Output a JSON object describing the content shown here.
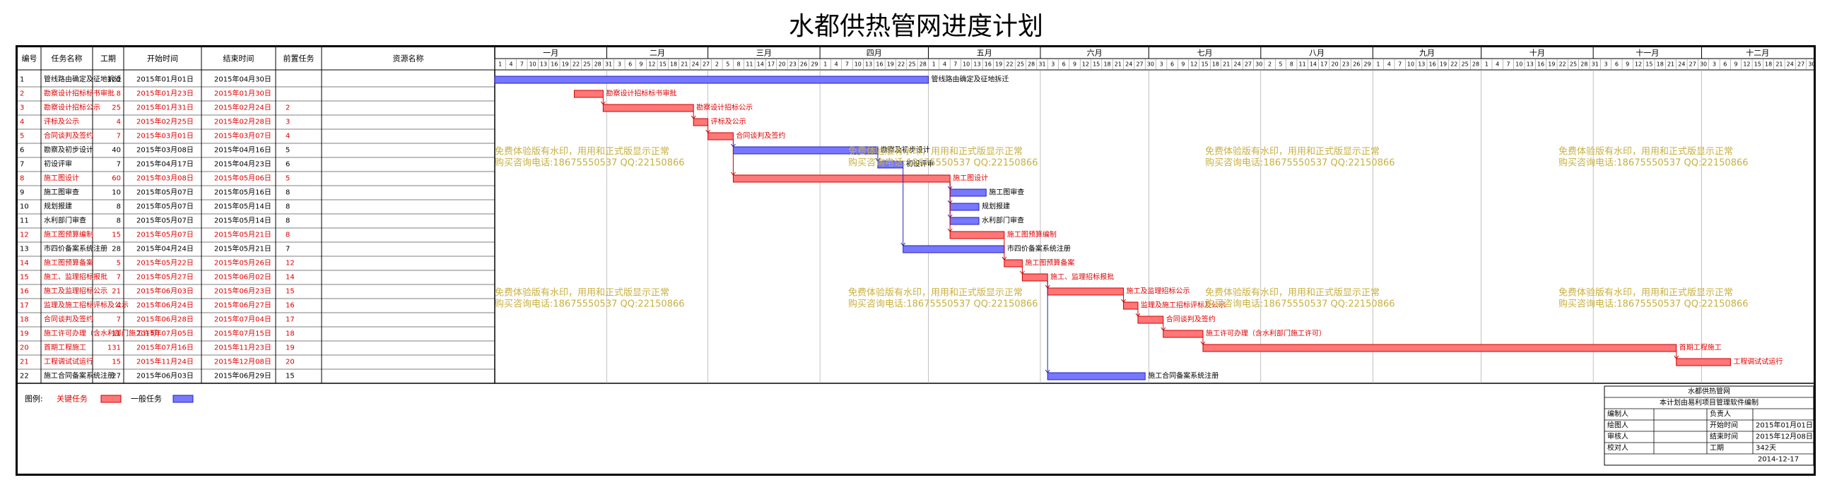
{
  "title": "水都供热管网进度计划",
  "colors": {
    "critical": "#ff7777",
    "critical_stroke": "#cc0000",
    "normal": "#7777ff",
    "normal_stroke": "#2222bb",
    "critical_text": "#e00000",
    "watermark": "#c8b040"
  },
  "columns": [
    "编号",
    "任务名称",
    "工期",
    "开始时间",
    "结束时间",
    "前置任务",
    "资源名称"
  ],
  "months": [
    "一月",
    "二月",
    "三月",
    "四月",
    "五月",
    "六月",
    "七月",
    "八月",
    "九月",
    "十月",
    "十一月",
    "十二月"
  ],
  "chart_data": {
    "type": "gantt",
    "year": 2015,
    "tasks": [
      {
        "id": "1",
        "name": "管线路由确定及征地拆迁",
        "duration": "120",
        "start": "2015年01月01日",
        "end": "2015年04月30日",
        "pred": "",
        "critical": false,
        "s": "2015-01-01",
        "e": "2015-04-30"
      },
      {
        "id": "2",
        "name": "勘察设计招标标书审批",
        "duration": "8",
        "start": "2015年01月23日",
        "end": "2015年01月30日",
        "pred": "",
        "critical": true,
        "s": "2015-01-23",
        "e": "2015-01-30"
      },
      {
        "id": "3",
        "name": "勘察设计招标公示",
        "duration": "25",
        "start": "2015年01月31日",
        "end": "2015年02月24日",
        "pred": "2",
        "critical": true,
        "s": "2015-01-31",
        "e": "2015-02-24"
      },
      {
        "id": "4",
        "name": "评标及公示",
        "duration": "4",
        "start": "2015年02月25日",
        "end": "2015年02月28日",
        "pred": "3",
        "critical": true,
        "s": "2015-02-25",
        "e": "2015-02-28"
      },
      {
        "id": "5",
        "name": "合同谈判及签约",
        "duration": "7",
        "start": "2015年03月01日",
        "end": "2015年03月07日",
        "pred": "4",
        "critical": true,
        "s": "2015-03-01",
        "e": "2015-03-07"
      },
      {
        "id": "6",
        "name": "勘察及初步设计",
        "duration": "40",
        "start": "2015年03月08日",
        "end": "2015年04月16日",
        "pred": "5",
        "critical": false,
        "s": "2015-03-08",
        "e": "2015-04-16"
      },
      {
        "id": "7",
        "name": "初设评审",
        "duration": "7",
        "start": "2015年04月17日",
        "end": "2015年04月23日",
        "pred": "6",
        "critical": false,
        "s": "2015-04-17",
        "e": "2015-04-23"
      },
      {
        "id": "8",
        "name": "施工图设计",
        "duration": "60",
        "start": "2015年03月08日",
        "end": "2015年05月06日",
        "pred": "5",
        "critical": true,
        "s": "2015-03-08",
        "e": "2015-05-06"
      },
      {
        "id": "9",
        "name": "施工图审查",
        "duration": "10",
        "start": "2015年05月07日",
        "end": "2015年05月16日",
        "pred": "8",
        "critical": false,
        "s": "2015-05-07",
        "e": "2015-05-16"
      },
      {
        "id": "10",
        "name": "规划报建",
        "duration": "8",
        "start": "2015年05月07日",
        "end": "2015年05月14日",
        "pred": "8",
        "critical": false,
        "s": "2015-05-07",
        "e": "2015-05-14"
      },
      {
        "id": "11",
        "name": "水利部门审查",
        "duration": "8",
        "start": "2015年05月07日",
        "end": "2015年05月14日",
        "pred": "8",
        "critical": false,
        "s": "2015-05-07",
        "e": "2015-05-14"
      },
      {
        "id": "12",
        "name": "施工图预算编制",
        "duration": "15",
        "start": "2015年05月07日",
        "end": "2015年05月21日",
        "pred": "8",
        "critical": true,
        "s": "2015-05-07",
        "e": "2015-05-21"
      },
      {
        "id": "13",
        "name": "市四价备案系统注册",
        "duration": "28",
        "start": "2015年04月24日",
        "end": "2015年05月21日",
        "pred": "7",
        "critical": false,
        "s": "2015-04-24",
        "e": "2015-05-21"
      },
      {
        "id": "14",
        "name": "施工图预算备案",
        "duration": "5",
        "start": "2015年05月22日",
        "end": "2015年05月26日",
        "pred": "12",
        "critical": true,
        "s": "2015-05-22",
        "e": "2015-05-26"
      },
      {
        "id": "15",
        "name": "施工、监理招标报批",
        "duration": "7",
        "start": "2015年05月27日",
        "end": "2015年06月02日",
        "pred": "14",
        "critical": true,
        "s": "2015-05-27",
        "e": "2015-06-02"
      },
      {
        "id": "16",
        "name": "施工及监理招标公示",
        "duration": "21",
        "start": "2015年06月03日",
        "end": "2015年06月23日",
        "pred": "15",
        "critical": true,
        "s": "2015-06-03",
        "e": "2015-06-23"
      },
      {
        "id": "17",
        "name": "监理及施工招标评标及公示",
        "duration": "4",
        "start": "2015年06月24日",
        "end": "2015年06月27日",
        "pred": "16",
        "critical": true,
        "s": "2015-06-24",
        "e": "2015-06-27"
      },
      {
        "id": "18",
        "name": "合同谈判及签约",
        "duration": "7",
        "start": "2015年06月28日",
        "end": "2015年07月04日",
        "pred": "17",
        "critical": true,
        "s": "2015-06-28",
        "e": "2015-07-04"
      },
      {
        "id": "19",
        "name": "施工许可办理（含水利部门施工许可）",
        "duration": "11",
        "start": "2015年07月05日",
        "end": "2015年07月15日",
        "pred": "18",
        "critical": true,
        "s": "2015-07-05",
        "e": "2015-07-15"
      },
      {
        "id": "20",
        "name": "首期工程施工",
        "duration": "131",
        "start": "2015年07月16日",
        "end": "2015年11月23日",
        "pred": "19",
        "critical": true,
        "s": "2015-07-16",
        "e": "2015-11-23"
      },
      {
        "id": "21",
        "name": "工程调试试运行",
        "duration": "15",
        "start": "2015年11月24日",
        "end": "2015年12月08日",
        "pred": "20",
        "critical": true,
        "s": "2015-11-24",
        "e": "2015-12-08"
      },
      {
        "id": "22",
        "name": "施工合同备案系统注册",
        "duration": "27",
        "start": "2015年06月03日",
        "end": "2015年06月29日",
        "pred": "15",
        "critical": false,
        "s": "2015-06-03",
        "e": "2015-06-29"
      }
    ]
  },
  "watermark": {
    "line1": "免费体验版有水印，用用和正式版显示正常",
    "line2": "购买咨询电话:18675550537 QQ:22150866"
  },
  "legend": {
    "label": "图例:",
    "critical": "关键任务",
    "normal": "一般任务"
  },
  "info": {
    "org": "水都供热管网",
    "note": "本计划由易利项目管理软件编制",
    "rows": [
      [
        "编制人",
        "",
        "负责人",
        ""
      ],
      [
        "绘图人",
        "",
        "开始时间",
        "2015年01月01日"
      ],
      [
        "审核人",
        "",
        "结束时间",
        "2015年12月08日"
      ],
      [
        "校对人",
        "",
        "工期",
        "342天"
      ]
    ],
    "date": "2014-12-17"
  }
}
